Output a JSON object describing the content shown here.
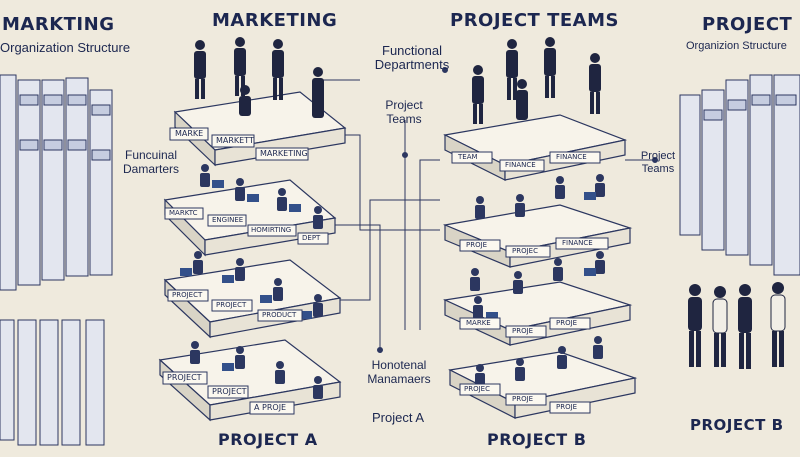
{
  "titles": {
    "left_heading": "MARKTING",
    "left_subheading": "Organization Structure",
    "marketing": "MARKETING",
    "project_teams": "PROJECT TEAMS",
    "right_heading": "PROJECT",
    "right_subheading": "Organizion Structure"
  },
  "annotations": {
    "functional_departments": "Functional Departments",
    "project_teams_center": "Project Teams",
    "functional_damarters": "Funcuinal Damarters",
    "project_teams_right": "Project Teams",
    "functional_managers": "Honotenal Manamaers",
    "project_a_small": "Project A"
  },
  "footers": {
    "project_a": "PROJECT A",
    "project_b_center": "PROJECT B",
    "project_b_right": "PROJECT B"
  },
  "left_platform_signs": {
    "tier1": [
      "MARKE",
      "MARKETT",
      "MARKETING"
    ],
    "tier2": [
      "MARKTC",
      "ENGINEE",
      "HOMIRTING",
      "DEPT"
    ],
    "tier3": [
      "PROJECT",
      "PROJECT",
      "PRODUCT"
    ],
    "tier4": [
      "PROJECT",
      "PROJECT",
      "A PROJE"
    ]
  },
  "right_platform_signs": {
    "tier1": [
      "TEAM",
      "FINANCE",
      "FINANCE"
    ],
    "tier2": [
      "PROJE",
      "PROJEC",
      "FINANCE"
    ],
    "tier3": [
      "MARKE",
      "PROJE",
      "PROJE"
    ],
    "tier4": [
      "PROJEC",
      "PROJE",
      "PROJE"
    ]
  },
  "colors": {
    "background": "#efeadd",
    "ink": "#1c2750",
    "platform": "#f7f3ea",
    "suit_dark": "#1f2540",
    "accent_blue": "#33508a"
  }
}
